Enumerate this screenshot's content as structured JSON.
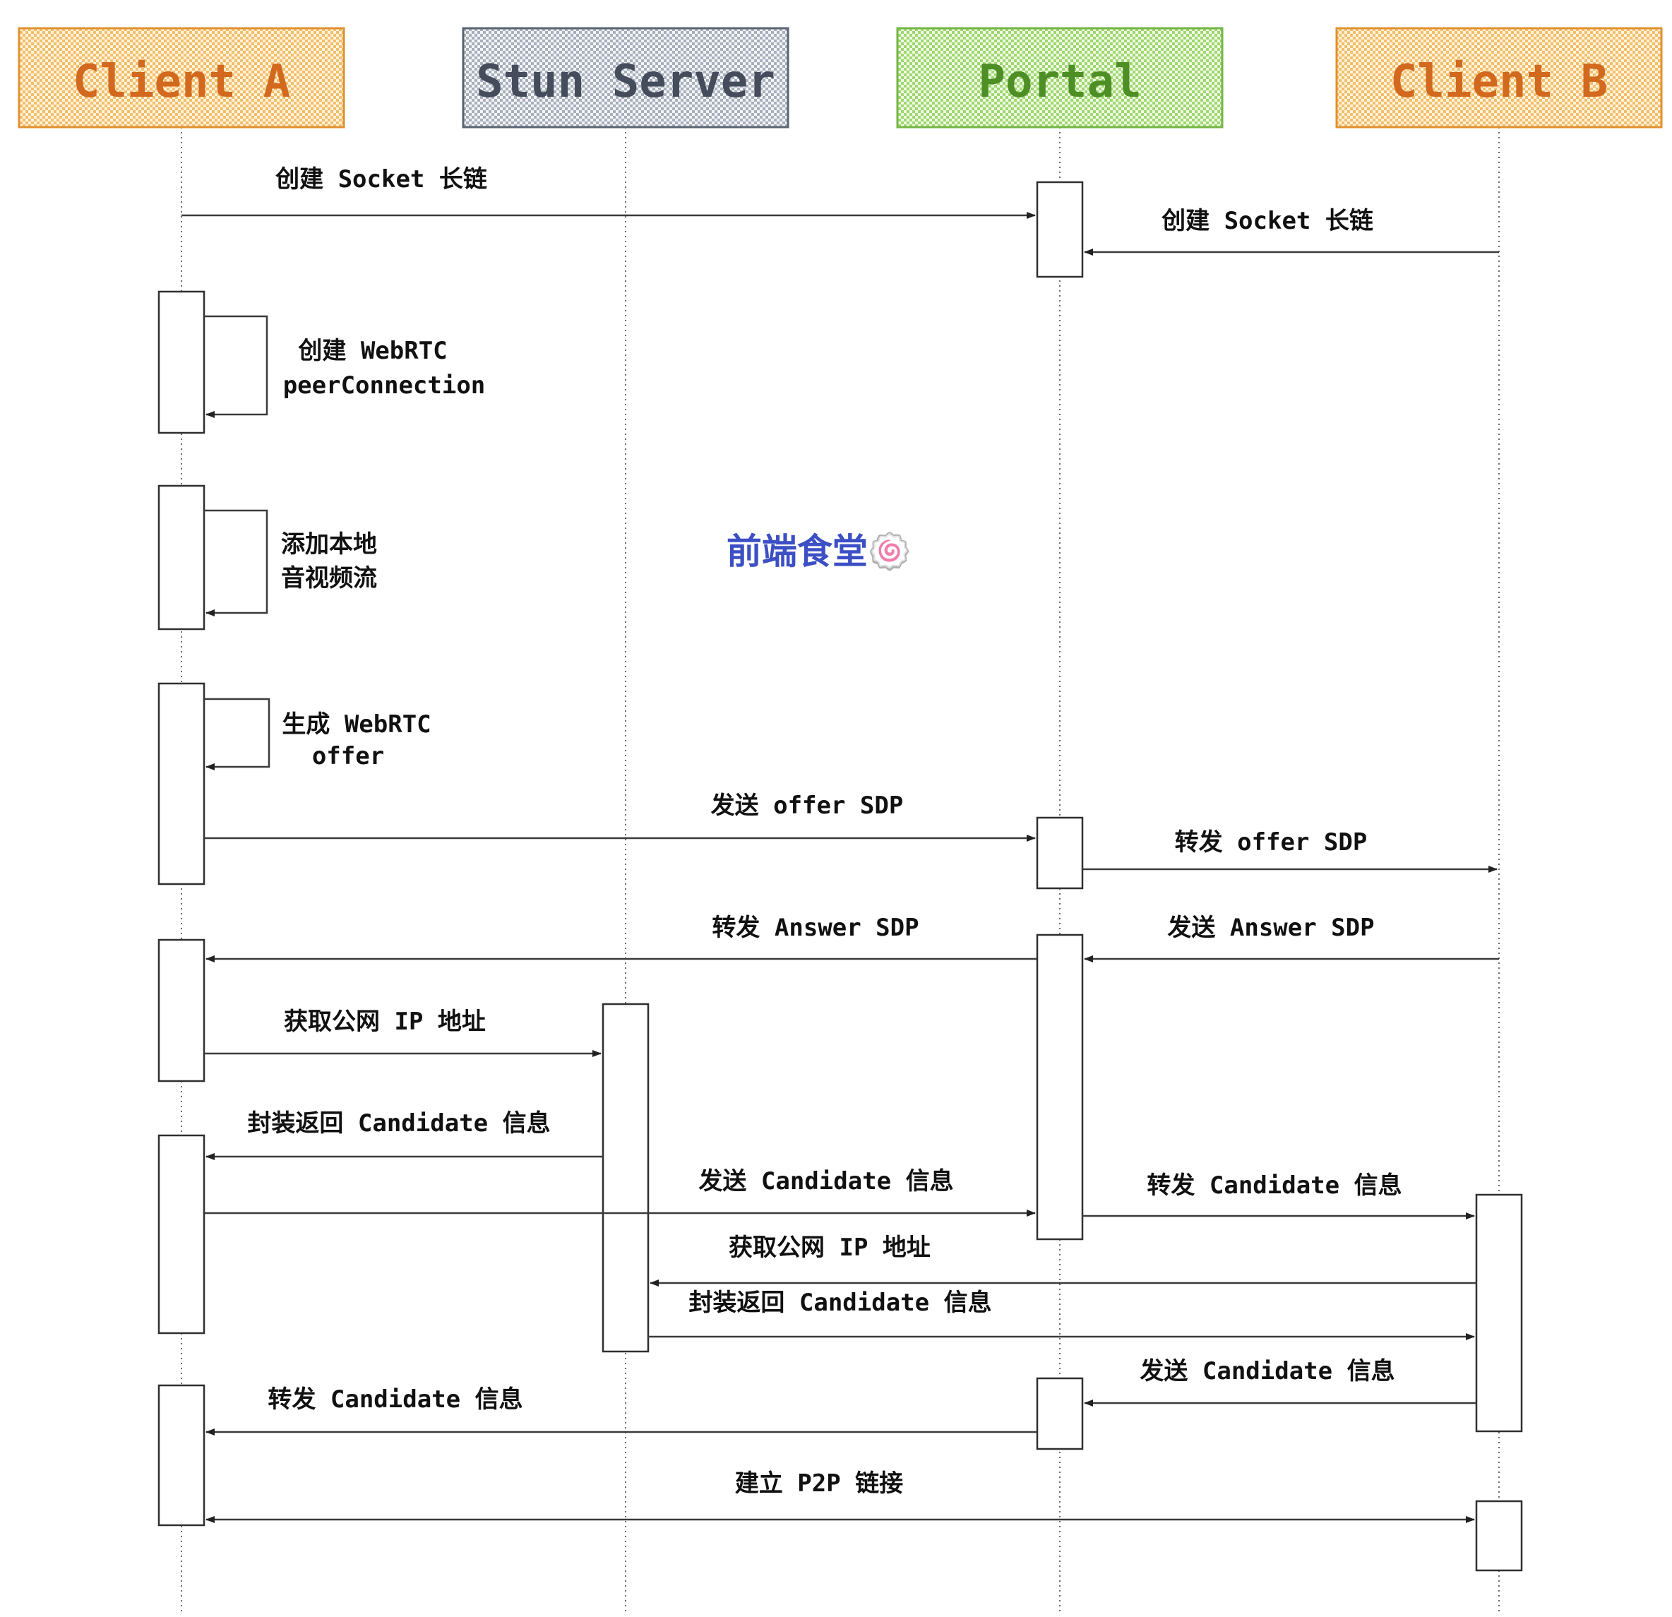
{
  "diagram": {
    "type": "sequence-diagram",
    "background": "#ffffff",
    "watermark": {
      "text": "前端食堂🍥",
      "color": "#3D4FC4"
    },
    "participants": [
      {
        "id": "client-a",
        "label": "Client A",
        "base": "#FEF3DC",
        "pattern": "#F4BE6B",
        "border": "#E0912F",
        "text_color": "#D2691E"
      },
      {
        "id": "stun-server",
        "label": "Stun Server",
        "base": "#F3F4F6",
        "pattern": "#A8AFBC",
        "border": "#5A6472",
        "text_color": "#454D5C"
      },
      {
        "id": "portal",
        "label": "Portal",
        "base": "#F0F9E6",
        "pattern": "#9ED86E",
        "border": "#74B544",
        "text_color": "#4E8F25"
      },
      {
        "id": "client-b",
        "label": "Client B",
        "base": "#FEF3DC",
        "pattern": "#F4BE6B",
        "border": "#E0912F",
        "text_color": "#D2691E"
      }
    ],
    "self_messages": [
      {
        "actor": "Client A",
        "line1": "创建 WebRTC",
        "line2": "peerConnection"
      },
      {
        "actor": "Client A",
        "line1": "添加本地",
        "line2": "音视频流"
      },
      {
        "actor": "Client A",
        "line1": "生成 WebRTC",
        "line2": "offer"
      }
    ],
    "messages": [
      {
        "from": "Client A",
        "to": "Portal",
        "label": "创建 Socket 长链"
      },
      {
        "from": "Client B",
        "to": "Portal",
        "label": "创建 Socket 长链"
      },
      {
        "from": "Client A",
        "to": "Portal",
        "label": "发送 offer SDP"
      },
      {
        "from": "Portal",
        "to": "Client B",
        "label": "转发 offer SDP"
      },
      {
        "from": "Portal",
        "to": "Client A",
        "label": "转发 Answer SDP"
      },
      {
        "from": "Client B",
        "to": "Portal",
        "label": "发送 Answer SDP"
      },
      {
        "from": "Client A",
        "to": "Stun Server",
        "label": "获取公网 IP 地址"
      },
      {
        "from": "Stun Server",
        "to": "Client A",
        "label": "封装返回 Candidate 信息"
      },
      {
        "from": "Client A",
        "to": "Portal",
        "label": "发送 Candidate 信息"
      },
      {
        "from": "Portal",
        "to": "Client B",
        "label": "转发 Candidate 信息"
      },
      {
        "from": "Client B",
        "to": "Stun Server",
        "label": "获取公网 IP 地址"
      },
      {
        "from": "Stun Server",
        "to": "Client B",
        "label": "封装返回 Candidate 信息"
      },
      {
        "from": "Client B",
        "to": "Portal",
        "label": "发送 Candidate 信息"
      },
      {
        "from": "Portal",
        "to": "Client A",
        "label": "转发 Candidate 信息"
      },
      {
        "from": "Client A",
        "to": "Client B",
        "label": "建立 P2P 链接",
        "bidirectional": true
      }
    ]
  }
}
